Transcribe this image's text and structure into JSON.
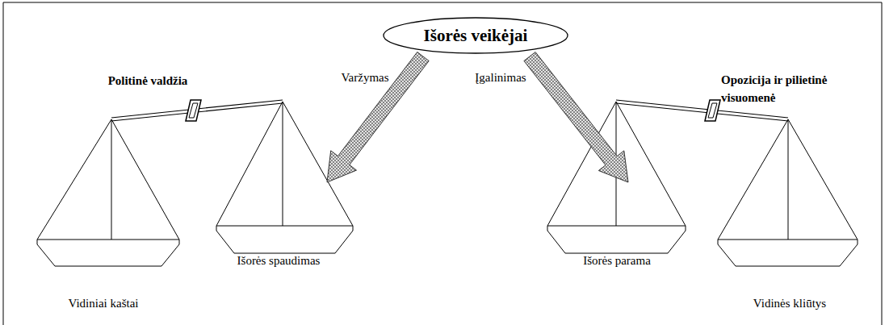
{
  "diagram": {
    "nodes": [
      {
        "text": [
          "Išorės veikėjai"
        ]
      }
    ],
    "labels": [
      "Politinė valdžia",
      "Opozicija ir pilietinė visuomenė",
      "Varžymas",
      "Įgalinimas",
      "Išorės spaudimas",
      "Išorės parama",
      "Vidiniai kaštai",
      "Vidinės kliūtys"
    ]
  }
}
